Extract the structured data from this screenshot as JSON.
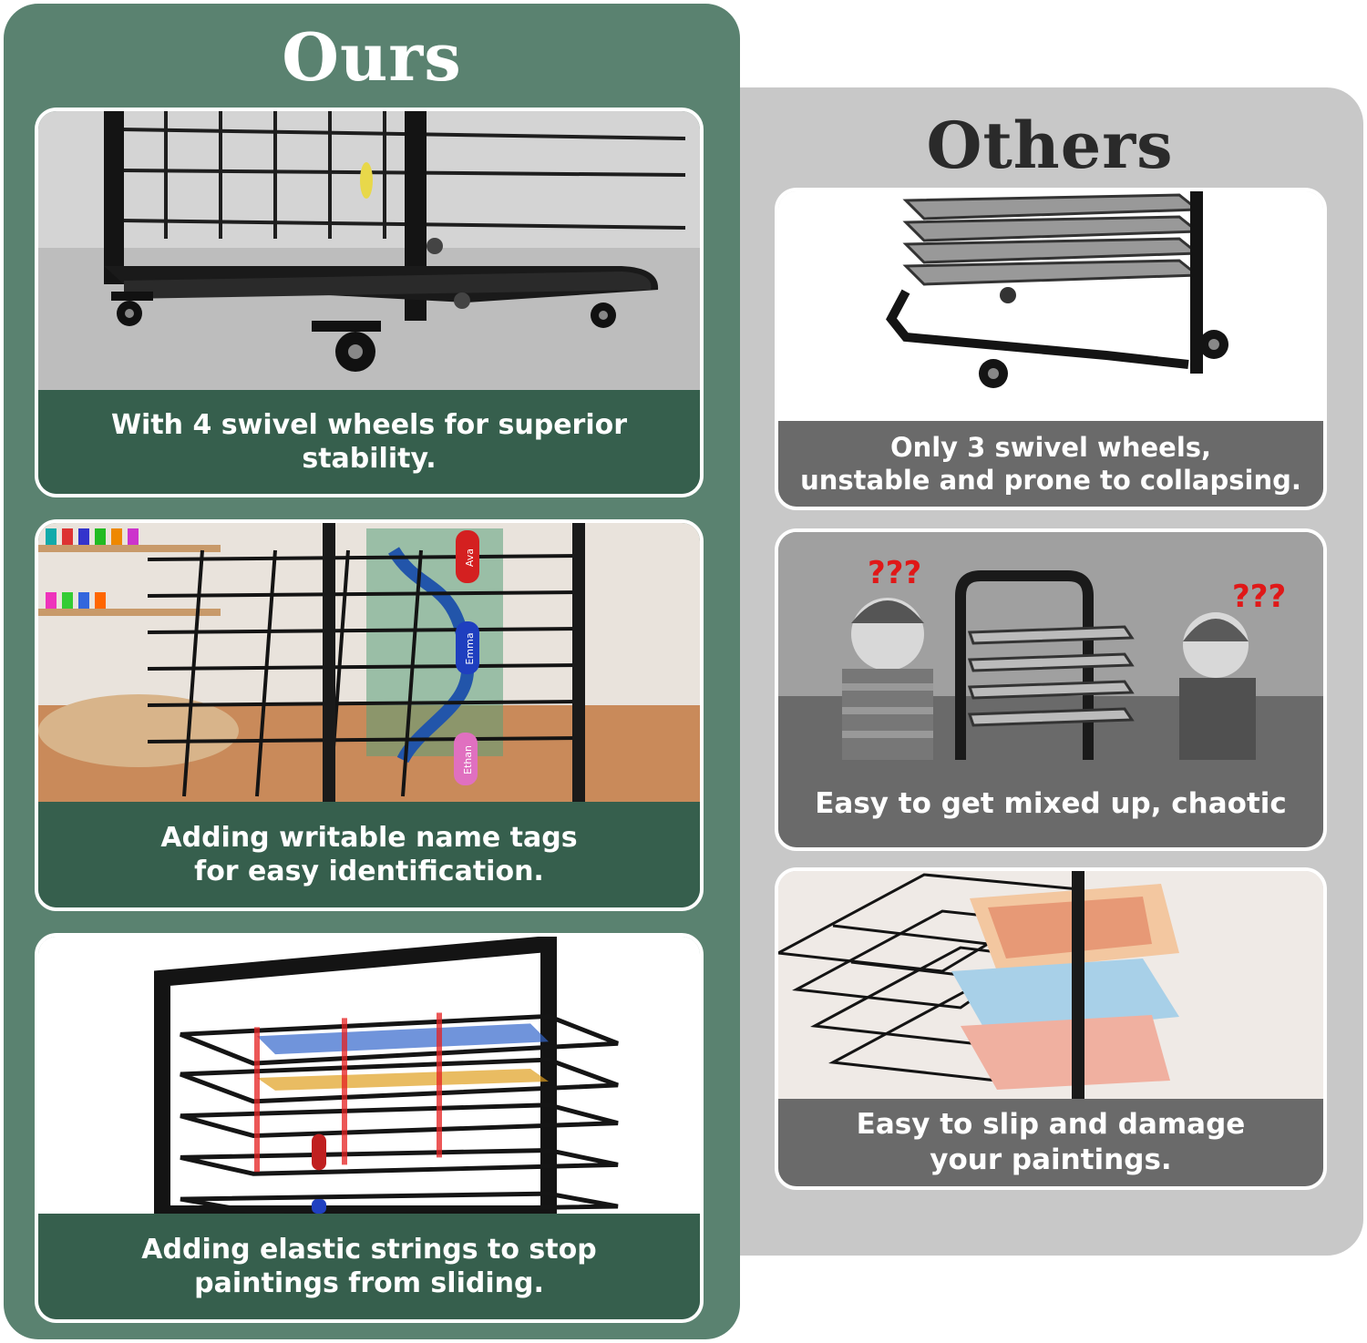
{
  "ours": {
    "title": "Ours",
    "cards": [
      {
        "caption": "With 4 swivel wheels for superior stability."
      },
      {
        "caption": "Adding writable name tags\nfor easy identification.",
        "tags": [
          "Ava",
          "Emma",
          "Ethan"
        ]
      },
      {
        "caption": "Adding elastic strings to stop\npaintings from sliding."
      }
    ]
  },
  "others": {
    "title": "Others",
    "cards": [
      {
        "caption": "Only 3 swivel wheels,\nunstable and prone to collapsing."
      },
      {
        "caption": "Easy to get mixed up, chaotic",
        "marks": [
          "???",
          "???"
        ]
      },
      {
        "caption": "Easy to slip and damage\nyour paintings."
      }
    ]
  },
  "colors": {
    "ours_panel": "#5a8270",
    "ours_caption": "#365f4d",
    "others_panel": "#c8c8c8",
    "others_caption": "#6a6a6a",
    "question_marks": "#e01818"
  }
}
